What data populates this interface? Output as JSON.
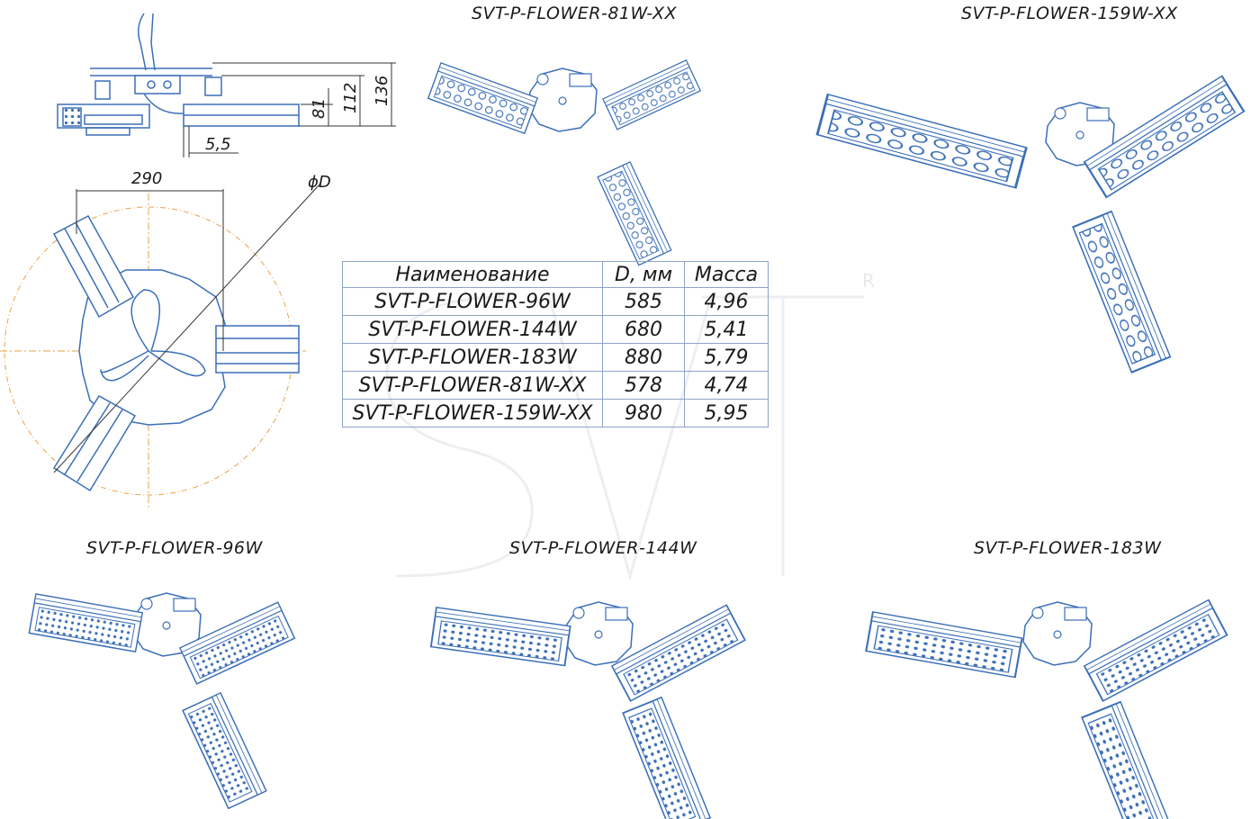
{
  "titles": {
    "top_center": "SVT-P-FLOWER-81W-XX",
    "top_right": "SVT-P-FLOWER-159W-XX",
    "bottom_left": "SVT-P-FLOWER-96W",
    "bottom_center": "SVT-P-FLOWER-144W",
    "bottom_right": "SVT-P-FLOWER-183W"
  },
  "dimensions": {
    "h136": "136",
    "h112": "112",
    "h81": "81",
    "gap": "5,5",
    "width290": "290",
    "diameter": "ϕD"
  },
  "watermark": {
    "registered": "R"
  },
  "table": {
    "headers": [
      "Наименование",
      "D, мм",
      "Масса"
    ],
    "rows": [
      [
        "SVT-P-FLOWER-96W",
        "585",
        "4,96"
      ],
      [
        "SVT-P-FLOWER-144W",
        "680",
        "5,41"
      ],
      [
        "SVT-P-FLOWER-183W",
        "880",
        "5,79"
      ],
      [
        "SVT-P-FLOWER-81W-XX",
        "578",
        "4,74"
      ],
      [
        "SVT-P-FLOWER-159W-XX",
        "980",
        "5,95"
      ]
    ]
  },
  "colors": {
    "line": "#3b6fb8",
    "orange": "#e8a24a",
    "dark": "#1a1a1a"
  }
}
